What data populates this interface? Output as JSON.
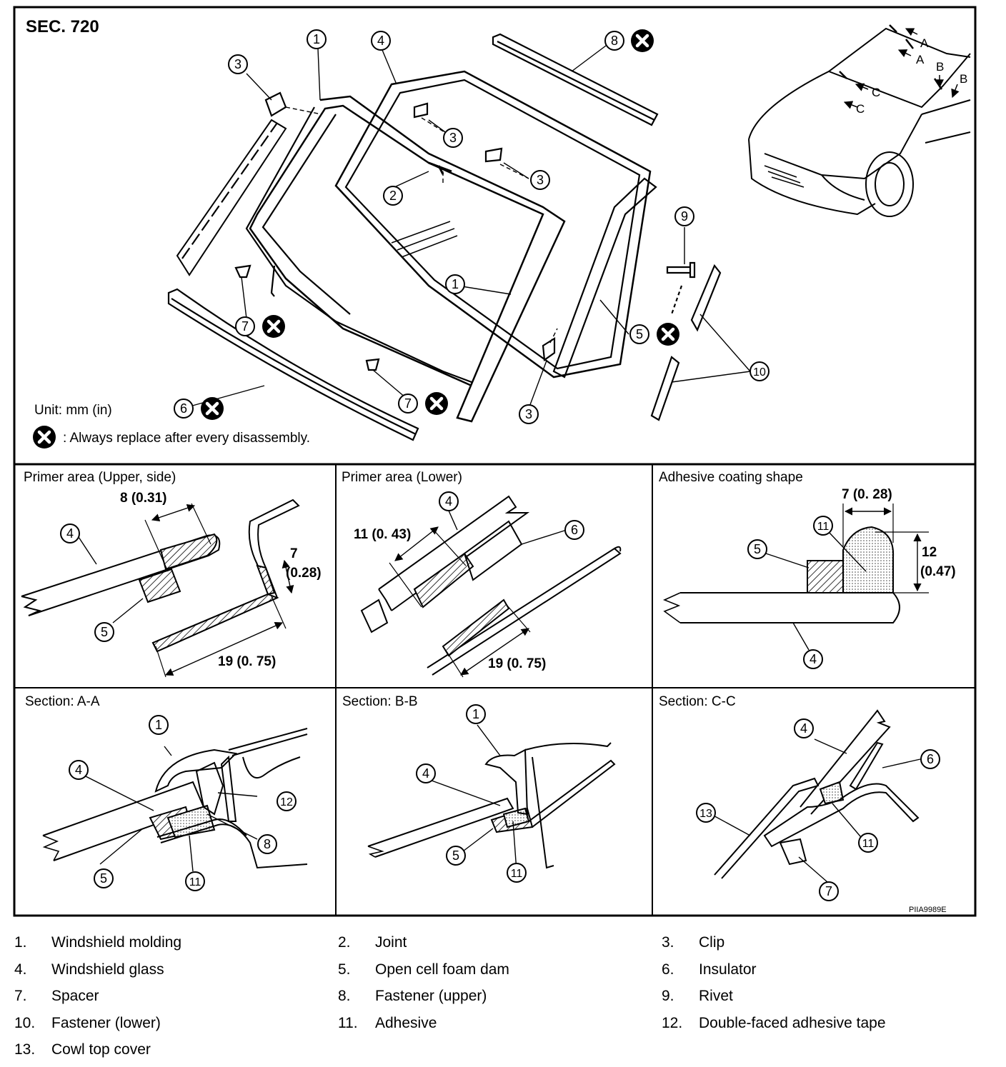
{
  "header": {
    "section_code": "SEC.  720",
    "unit_note": "Unit: mm (in)",
    "replace_note": ": Always replace after every disassembly.",
    "figure_id": "PIIA9989E"
  },
  "main_callouts": {
    "c1_top": "1",
    "c1_side": "1",
    "c2": "2",
    "c3_left": "3",
    "c3_mid1": "3",
    "c3_mid2": "3",
    "c3_bottom": "3",
    "c4": "4",
    "c5": "5",
    "c6": "6",
    "c7_left": "7",
    "c7_bottom": "7",
    "c8": "8",
    "c9": "9",
    "c10": "10"
  },
  "car_view": {
    "section_marks": [
      "A",
      "A",
      "B",
      "B",
      "C",
      "C"
    ]
  },
  "panels": {
    "primer_upper": {
      "title": "Primer area (Upper, side)",
      "dim_width": "8 (0.31)",
      "dim_side_top": "7",
      "dim_side_bottom": "(0.28)",
      "dim_length": "19 (0. 75)",
      "callouts": [
        "4",
        "5"
      ]
    },
    "primer_lower": {
      "title": "Primer area (Lower)",
      "dim_width": "11 (0. 43)",
      "dim_length": "19 (0. 75)",
      "callouts": [
        "4",
        "6"
      ]
    },
    "adhesive_shape": {
      "title": "Adhesive coating shape",
      "dim_width": "7 (0. 28)",
      "dim_height_top": "12",
      "dim_height_bottom": "(0.47)",
      "callouts": [
        "11",
        "5",
        "4"
      ]
    },
    "section_aa": {
      "title": "Section: A-A",
      "callouts": [
        "1",
        "4",
        "12",
        "8",
        "5",
        "11"
      ]
    },
    "section_bb": {
      "title": "Section: B-B",
      "callouts": [
        "1",
        "4",
        "5",
        "11"
      ]
    },
    "section_cc": {
      "title": "Section: C-C",
      "callouts": [
        "4",
        "6",
        "13",
        "11",
        "7"
      ]
    }
  },
  "legend": [
    {
      "num": "1.",
      "label": "Windshield molding"
    },
    {
      "num": "2.",
      "label": "Joint"
    },
    {
      "num": "3.",
      "label": "Clip"
    },
    {
      "num": "4.",
      "label": "Windshield glass"
    },
    {
      "num": "5.",
      "label": "Open cell foam dam"
    },
    {
      "num": "6.",
      "label": "Insulator"
    },
    {
      "num": "7.",
      "label": "Spacer"
    },
    {
      "num": "8.",
      "label": "Fastener (upper)"
    },
    {
      "num": "9.",
      "label": "Rivet"
    },
    {
      "num": "10.",
      "label": "Fastener (lower)"
    },
    {
      "num": "11.",
      "label": "Adhesive"
    },
    {
      "num": "12.",
      "label": "Double-faced adhesive tape"
    },
    {
      "num": "13.",
      "label": "Cowl top cover"
    }
  ]
}
